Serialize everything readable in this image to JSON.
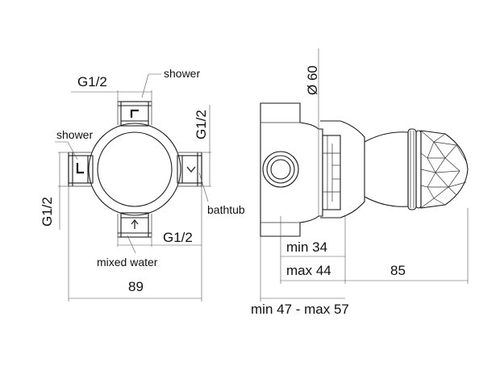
{
  "labels": {
    "shower_top": "shower",
    "shower_left": "shower",
    "bathtub": "bathtub",
    "mixed_water": "mixed water"
  },
  "dimensions": {
    "g12_top": "G1/2",
    "g12_right": "G1/2",
    "g12_left": "G1/2",
    "g12_bottom": "G1/2",
    "width_89": "89",
    "diameter_60": "Ø 60",
    "min_34": "min 34",
    "max_44": "max 44",
    "len_85": "85",
    "range_47_57": "min 47 - max 57"
  },
  "icons": {
    "inlet_symbol": "arrow-up",
    "bathtub_symbol": "chevron-down",
    "shower_symbol": "l-bracket"
  },
  "colors": {
    "line": "#1a1a1a",
    "background": "#ffffff"
  }
}
